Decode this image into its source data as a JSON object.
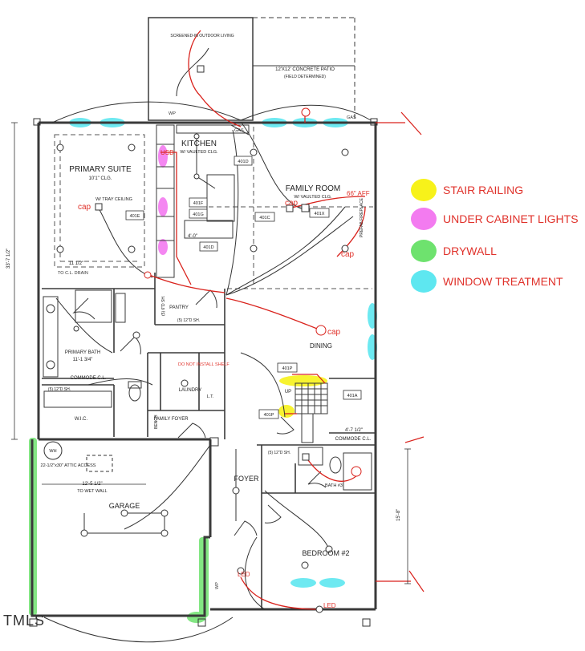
{
  "legend": {
    "items": [
      {
        "label": "STAIR RAILING",
        "color": "#f7f21a",
        "icon": "stair-railing-marker"
      },
      {
        "label": "UNDER CABINET LIGHTS",
        "color": "#f37bf0",
        "icon": "under-cabinet-marker"
      },
      {
        "label": "DRYWALL",
        "color": "#6ee26e",
        "icon": "drywall-marker"
      },
      {
        "label": "WINDOW TREATMENT",
        "color": "#5ee7f0",
        "icon": "window-treatment-marker"
      }
    ]
  },
  "colors": {
    "wall": "#3a3a3a",
    "wiring": "#d9221c",
    "annotation": "#e0322b",
    "line": "#555555"
  },
  "rooms": {
    "outdoor": "SCREENED-IN OUTDOOR LIVING",
    "patio": "12'X12' CONCRETE PATIO",
    "patio_note": "(FIELD DETERMINED)",
    "kitchen": "KITCHEN",
    "kitchen_sub": "W/ VAULTED CLG.",
    "primary_suite": "PRIMARY SUITE",
    "primary_suite_sub": "10'1\" CLG.",
    "tray": "W/ TRAY CEILING",
    "family_room": "FAMILY ROOM",
    "family_room_sub": "W/ VAULTED CLG.",
    "fireplace": "PREFAB FIREPLACE",
    "pantry": "PANTRY",
    "primary_bath": "PRIMARY BATH",
    "primary_bath_sub": "11'-1 3/4\"",
    "commode1": "COMMODE C.L.",
    "wic": "W.I.C.",
    "dining": "DINING",
    "laundry": "LAUNDRY",
    "family_foyer": "FAMILY FOYER",
    "commode2": "COMMODE C.L.",
    "foyer": "FOYER",
    "bath3": "BATH #3",
    "bedroom2": "BEDROOM #2",
    "garage": "GARAGE",
    "attic": "22-1/2\"x30\" ATTIC ACCESS",
    "wh": "WH",
    "to_wet_wall": "TO WET WALL",
    "lt": "L.T.",
    "bench": "BENCH",
    "up": "UP"
  },
  "dimensions": {
    "left_wall": "33'-7 1/2\"",
    "right_wall": "15'-8\"",
    "garage_dim": "12'-5 1/2\"",
    "primary_dim": "11 1/2\"",
    "kitchen_dim": "4'-0\"",
    "commode_dim": "4'-7 1/2\""
  },
  "annotations": {
    "usb": "USB",
    "cap1": "cap",
    "cap2": "cap",
    "cap3": "cap",
    "cap4": "cap",
    "afe": "66\" AFF",
    "led1": "LED",
    "led2": "LED",
    "do_not_install": "DO NOT INSTALL SHELF",
    "gas1": "GAS",
    "gas2": "GAS",
    "wp1": "WP",
    "wp2": "WP",
    "drain": "TO C.L. DRAIN"
  },
  "tags": {
    "t401d": "401D",
    "t401e": "401E",
    "t401f": "401F",
    "t401g": "401G",
    "t401c": "401C",
    "t401x": "401X",
    "t401p1": "401P",
    "t401p2": "401P",
    "t401a": "401A",
    "t401d2": "401D"
  },
  "shelves": {
    "s1": "(5) 6\"D SH.",
    "s2": "(5) 12\"D SH.",
    "s3": "(5) 12\"D SH.",
    "s4": "(5) 12\"D SH."
  },
  "footer": "TMLS"
}
